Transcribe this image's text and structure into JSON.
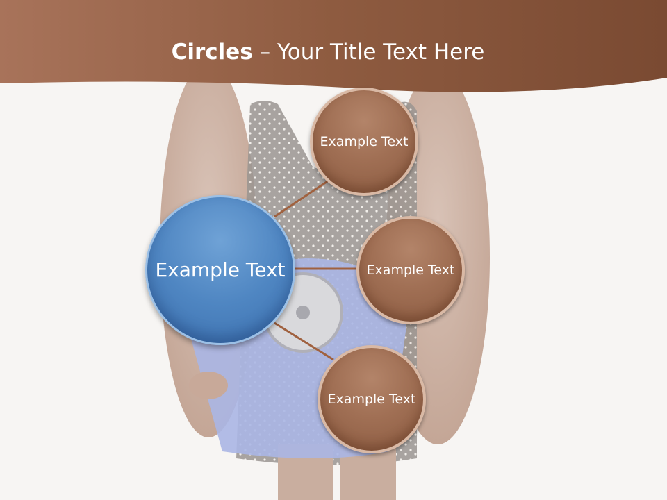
{
  "slide": {
    "title_bold": "Circles",
    "title_rest": " – Your Title Text Here"
  },
  "circles": {
    "center": {
      "label": "Example Text"
    },
    "items": [
      {
        "label": "Example Text"
      },
      {
        "label": "Example Text"
      },
      {
        "label": "Example Text"
      }
    ]
  },
  "colors": {
    "header": "#8e5b40",
    "center_circle": "#4f86c2",
    "item_circles": "#a06f54",
    "connector": "#a0613f",
    "background": "#f7f5f3"
  },
  "background_image": {
    "subject": "woman holding a bathroom scale",
    "icon": "scale-photo"
  }
}
